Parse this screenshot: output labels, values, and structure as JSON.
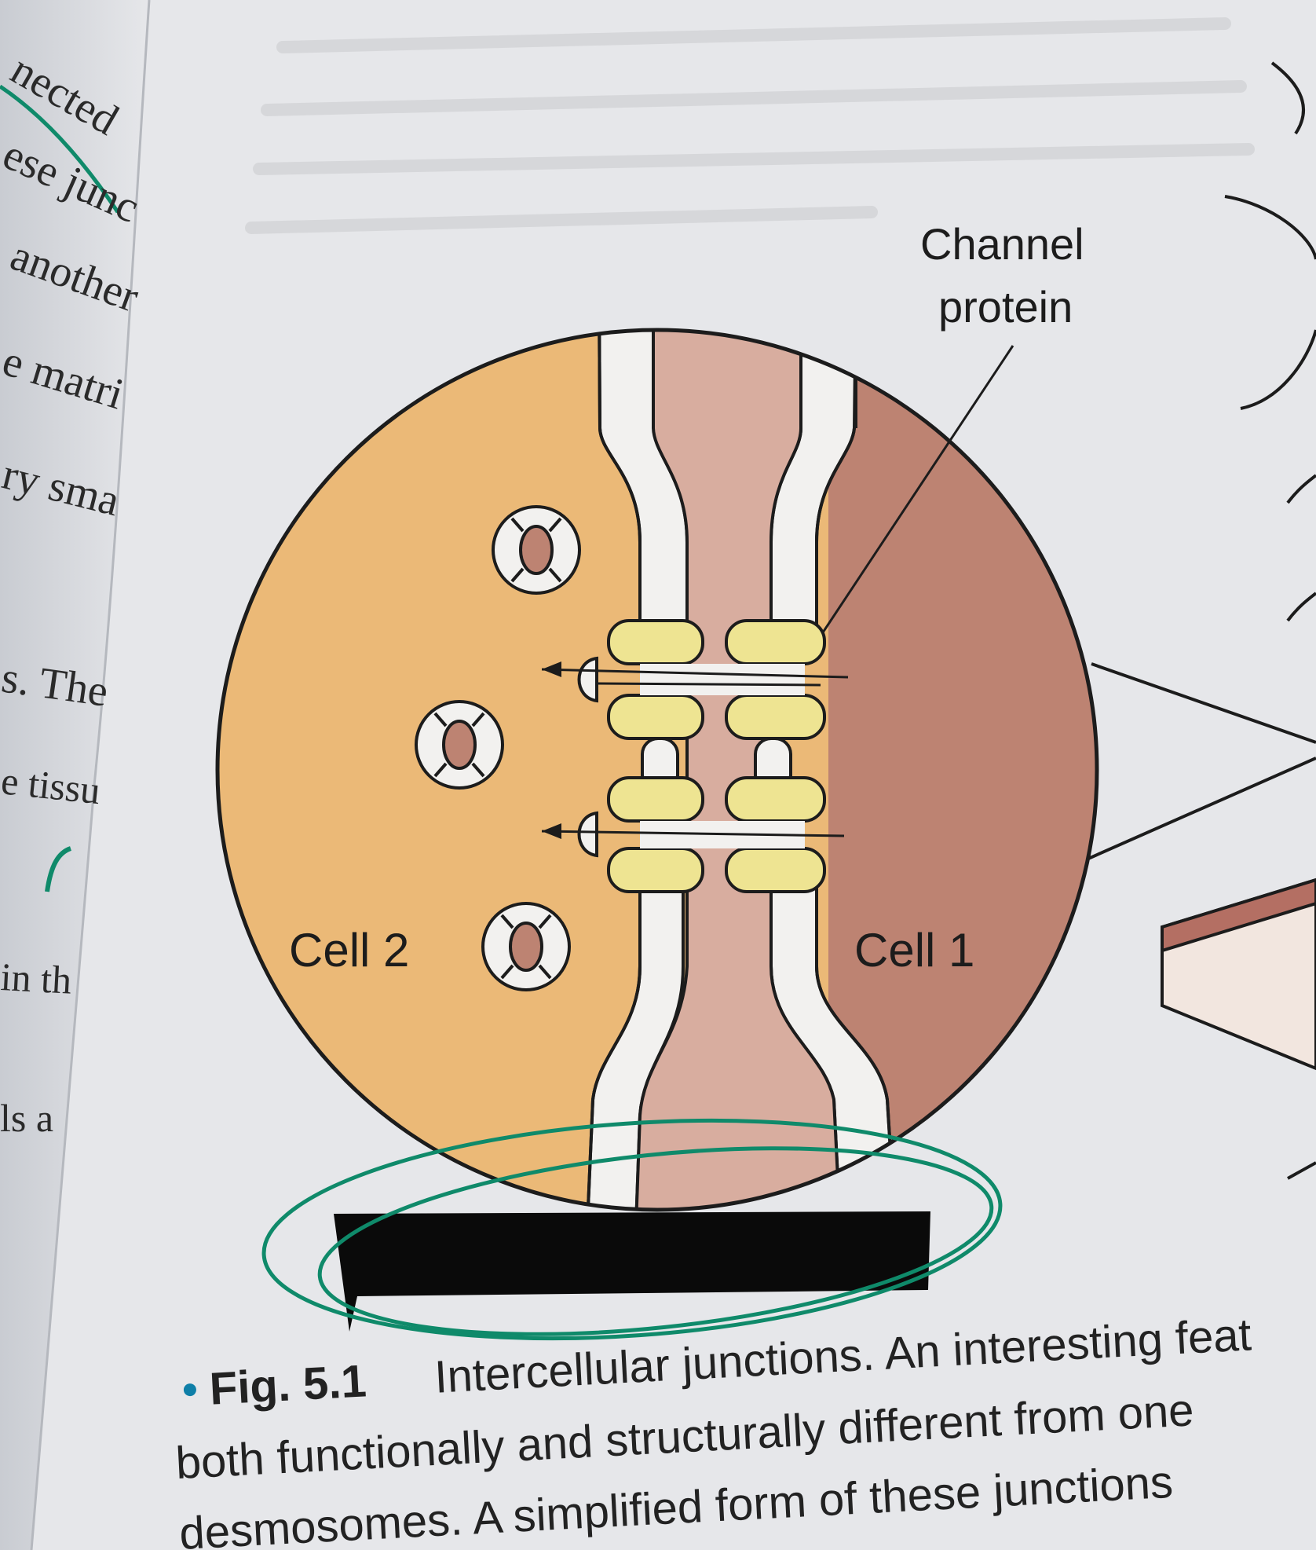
{
  "diagram": {
    "labels": {
      "channel_protein_line1": "Channel",
      "channel_protein_line2": "protein",
      "cell_2": "Cell 2",
      "cell_1": "Cell 1"
    }
  },
  "caption": {
    "fig_number": "Fig. 5.1",
    "line1_rest": "Intercellular junctions. An interesting feat",
    "line2": "both functionally and structurally different from one",
    "line3": "desmosomes. A simplified form of these junctions"
  },
  "left_page_fragments": [
    "nected",
    "ese junc",
    "another",
    "e matri",
    "ry sma",
    "s. The",
    "e tissu",
    "in th",
    "ls a"
  ],
  "colors": {
    "cell_2": "#ebb977",
    "cell_1": "#bd8372",
    "intercellular_space": "#d8ad9f",
    "channel_protein": "#eee492",
    "membrane": "#f2f1ef",
    "pen_ink": "#0f8a6a"
  }
}
